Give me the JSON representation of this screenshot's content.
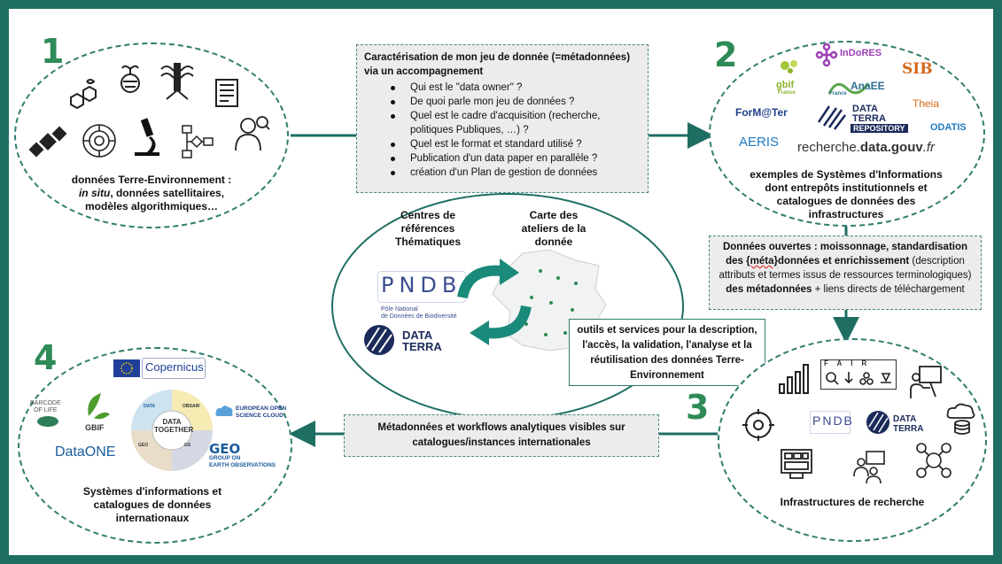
{
  "section1": {
    "number": "1",
    "label_line1": "données Terre-Environnement :",
    "label_line2_italic": "in situ",
    "label_line2_rest": ", données satellitaires,",
    "label_line3": "modèles algorithmiques…"
  },
  "section2": {
    "number": "2",
    "label": "exemples de Systèmes d'Informations dont entrepôts institutionnels et catalogues de données des infrastructures",
    "logos": {
      "indores": "InDoRES",
      "gbif": "gbif",
      "gbif_sub": "France",
      "sib": "SIB",
      "anaee": "AnaEE",
      "anaee_sub": "France",
      "theia": "Theia",
      "formater": "ForM@Ter",
      "dataterra_line1": "DATA",
      "dataterra_line2": "TERRA",
      "dataterra_line3": "REPOSITORY",
      "odatis": "ODATIS",
      "aeris": "AERIS",
      "recherche_prefix": "recherche.",
      "recherche_bold": "data.gouv",
      "recherche_suffix": ".fr"
    }
  },
  "section3": {
    "number": "3",
    "label": "Infrastructures de recherche",
    "fair_letters": [
      "F",
      "A",
      "I",
      "R"
    ],
    "logos": {
      "pndb": "PNDB",
      "dataterra_line1": "DATA",
      "dataterra_line2": "TERRA"
    }
  },
  "section4": {
    "number": "4",
    "label": "Systèmes d'informations et catalogues de données internationaux",
    "logos": {
      "copernicus": "Copernicus",
      "barcode_line1": "BARCODE",
      "barcode_line2": "OF LIFE",
      "gbif": "GBIF",
      "dataone": "DataONE",
      "eosc_line1": "EUROPEAN OPEN",
      "eosc_line2": "SCIENCE CLOUD",
      "geo_line1": "GROUP ON",
      "geo_line2": "EARTH OBSERVATIONS",
      "data_together_line1": "DATA",
      "data_together_line2": "TOGETHER",
      "wheel_data": "DATA",
      "wheel_obsair": "OBSAIR",
      "wheel_geo": "GEO",
      "wheel_gs": "GS"
    }
  },
  "center": {
    "centres_label": "Centres de références Thématiques",
    "carte_label": "Carte des ateliers de la donnée",
    "pndb_logo": "PNDB",
    "pndb_sub_line1": "Pôle National",
    "pndb_sub_line2": "de Données de Biodiversité",
    "dataterra_line1": "DATA",
    "dataterra_line2": "TERRA",
    "outils_box": "outils et services pour la description, l'accès, la validation, l'analyse et la réutilisation des données Terre-Environnement"
  },
  "caracterisation_box": {
    "title": "Caractérisation de mon jeu de donnée (=métadonnées) via un accompagnement",
    "items": [
      "Qui est le \"data owner\" ?",
      "De quoi parle mon jeu de données ?",
      "Quel est le cadre d'acquisition (recherche, politiques Publiques, …) ?",
      "Quel est le format et standard utilisé ?",
      "Publication d'un data paper en parallèle ?",
      "création d'un Plan de gestion de données"
    ]
  },
  "donnees_box": {
    "bold1": "Données ouvertes : moissonnage, standardisation des ",
    "bold_meta": "{méta}",
    "bold2": "données et enrichissement",
    "normal1": " (description attributs et termes issus de ressources terminologiques) ",
    "bold3": "des métadonnées",
    "normal2": " + liens directs de téléchargement"
  },
  "metadonnees_box": {
    "text": "Métadonnées et workflows analytiques visibles sur catalogues/instances internationales"
  },
  "colors": {
    "frame": "#1e6e63",
    "accent": "#2e8b57",
    "box_bg": "#ececec",
    "pndb": "#3b4d8f",
    "aeris": "#1f7ac2"
  }
}
